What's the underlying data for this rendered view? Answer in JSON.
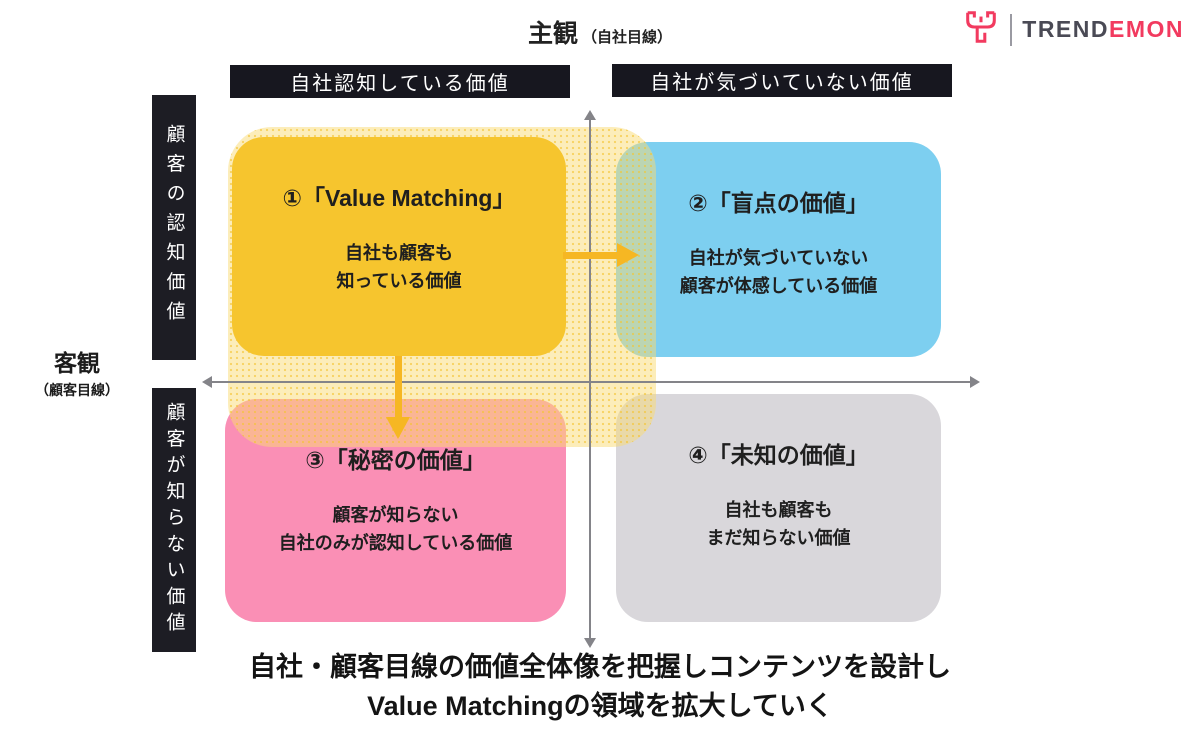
{
  "logo": {
    "brand_prefix": "TREND",
    "brand_suffix": "EMON",
    "icon": "trendemon-bull-t-icon",
    "prefix_color": "#4a4a55",
    "suffix_color": "#f23a5f"
  },
  "axes": {
    "top": {
      "title": "主観",
      "subtitle": "（自社目線）"
    },
    "left": {
      "title": "客観",
      "subtitle": "（顧客目線）"
    },
    "line_color": "#848489"
  },
  "column_headers": {
    "left": "自社認知している価値",
    "right": "自社が気づいていない価値",
    "bg_color": "#17171f",
    "text_color": "#ffffff"
  },
  "row_headers": {
    "top": "顧客の認知価値",
    "bottom": "顧客が知らない価値",
    "bg_color": "#1d1d24",
    "text_color": "#ffffff"
  },
  "quadrants": [
    {
      "number": "①",
      "title": "①「Value Matching」",
      "body_line1": "自社も顧客も",
      "body_line2": "知っている価値",
      "color": "#f6c52e"
    },
    {
      "number": "②",
      "title": "②「盲点の価値」",
      "body_line1": "自社が気づいていない",
      "body_line2": "顧客が体感している価値",
      "color": "#7dcff0"
    },
    {
      "number": "③",
      "title": "③「秘密の価値」",
      "body_line1": "顧客が知らない",
      "body_line2": "自社のみが認知している価値",
      "color": "#fa8fb5"
    },
    {
      "number": "④",
      "title": "④「未知の価値」",
      "body_line1": "自社も顧客も",
      "body_line2": "まだ知らない価値",
      "color": "#d9d7db"
    }
  ],
  "expansion_zone": {
    "meaning": "value-matching-expansion-area",
    "fill_color": "#f9db76",
    "dot_color": "#f3c430",
    "arrow_color": "#f6b723"
  },
  "caption": {
    "line1": "自社・顧客目線の価値全体像を把握しコンテンツを設計し",
    "line2": "Value Matchingの領域を拡大していく"
  }
}
